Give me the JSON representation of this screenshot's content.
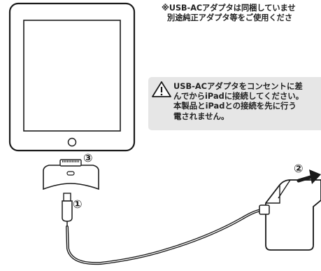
{
  "notes": {
    "top_line1": "※USB-ACアダプタは同梱していませ",
    "top_line2": "別途純正アダプタ等をご使用くださ"
  },
  "warning": {
    "icon": "warning-triangle-icon",
    "line1": "USB-ACアダプタをコンセントに差",
    "line2": "んでからiPadに接続してください。",
    "line3": "本製品とiPadとの接続を先に行う",
    "line4": "電されません。"
  },
  "steps": {
    "step1": "①",
    "step2": "②",
    "step3": "③"
  },
  "colors": {
    "outline": "#1a1a1a",
    "warning_bg": "#e6e6e6"
  }
}
